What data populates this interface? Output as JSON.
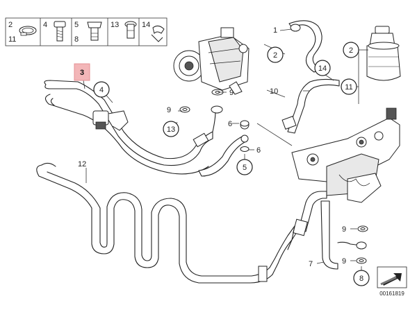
{
  "legend": {
    "cells": [
      {
        "top": "2",
        "bottom": "11",
        "icon": "hose-clamp-icon"
      },
      {
        "top": "4",
        "bottom": "",
        "icon": "bolt-icon"
      },
      {
        "top": "5",
        "bottom": "8",
        "icon": "banjo-bolt-icon"
      },
      {
        "top": "13",
        "bottom": "",
        "icon": "sleeve-bolt-icon"
      },
      {
        "top": "14",
        "bottom": "",
        "icon": "clip-icon"
      }
    ]
  },
  "callouts": {
    "c1": "1",
    "c2a": "2",
    "c2b": "2",
    "c3": "3",
    "c4": "4",
    "c5": "5",
    "c6a": "6",
    "c6b": "6",
    "c7": "7",
    "c8": "8",
    "c9a": "9",
    "c9b": "9",
    "c9c": "9",
    "c9d": "9",
    "c10": "10",
    "c11": "11",
    "c12": "12",
    "c13": "13",
    "c14": "14"
  },
  "document_number": "00161819",
  "highlight_color": "#f3b6b8"
}
